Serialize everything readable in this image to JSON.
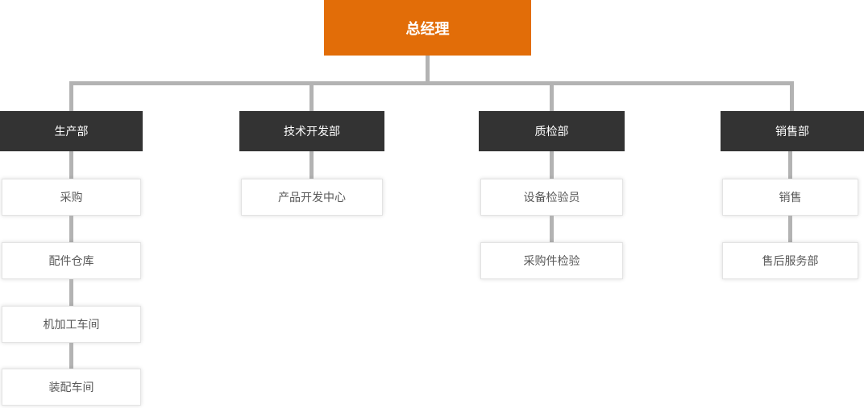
{
  "org": {
    "root_label": "总经理",
    "departments": [
      {
        "label": "生产部",
        "children": [
          "采购",
          "配件仓库",
          "机加工车间",
          "装配车间"
        ]
      },
      {
        "label": "技术开发部",
        "children": [
          "产品开发中心"
        ]
      },
      {
        "label": "质检部",
        "children": [
          "设备检验员",
          "采购件检验"
        ]
      },
      {
        "label": "销售部",
        "children": [
          "销售",
          "售后服务部"
        ]
      }
    ],
    "colors": {
      "root_bg": "#e26d08",
      "root_text": "#ffffff",
      "dept_bg": "#333333",
      "dept_text": "#ffffff",
      "connector": "#b3b3b3",
      "child_bg": "#ffffff",
      "child_border": "#e3e3e3",
      "child_text": "#595959"
    }
  }
}
